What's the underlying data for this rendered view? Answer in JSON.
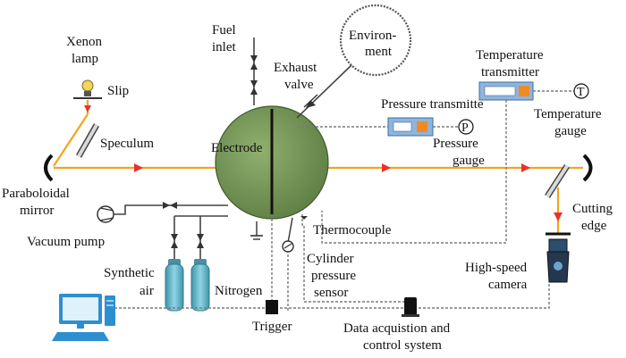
{
  "colors": {
    "beam": "#f2a51c",
    "beam_arrow": "#e8322b",
    "vessel": "#7a9b5a",
    "vessel_stroke": "#3f5a2c",
    "gas_cylinder": "#5fb3c6",
    "instrument": "#8fb4dd",
    "computer": "#2e8fd0",
    "signal_line": "#7a7a7a"
  },
  "labels": {
    "xenon_lamp_1": "Xenon",
    "xenon_lamp_2": "lamp",
    "slip": "Slip",
    "speculum": "Speculum",
    "paraboloidal_1": "Paraboloidal",
    "paraboloidal_2": "mirror",
    "vacuum_pump": "Vacuum pump",
    "synthetic_air_1": "Synthetic",
    "synthetic_air_2": "air",
    "nitrogen": "Nitrogen",
    "fuel_inlet_1": "Fuel",
    "fuel_inlet_2": "inlet",
    "exhaust_valve_1": "Exhaust",
    "exhaust_valve_2": "valve",
    "environment_1": "Environ-",
    "environment_2": "ment",
    "electrode": "Electrode",
    "pressure_transmitter": "Pressure transmitte",
    "pressure_gauge_1": "Pressure",
    "pressure_gauge_2": "gauge",
    "pressure_gauge_symbol": "P",
    "temperature_transmitter_1": "Temperature",
    "temperature_transmitter_2": "transmitter",
    "temperature_gauge_1": "Temperature",
    "temperature_gauge_2": "gauge",
    "temperature_gauge_symbol": "T",
    "thermocouple": "Thermocouple",
    "cylinder_sensor_1": "Cylinder",
    "cylinder_sensor_2": "pressure",
    "cylinder_sensor_3": "sensor",
    "trigger": "Trigger",
    "daq_1": "Data acquistion and",
    "daq_2": "control system",
    "cutting_edge_1": "Cutting",
    "cutting_edge_2": "edge",
    "camera_1": "High-speed",
    "camera_2": "camera"
  }
}
